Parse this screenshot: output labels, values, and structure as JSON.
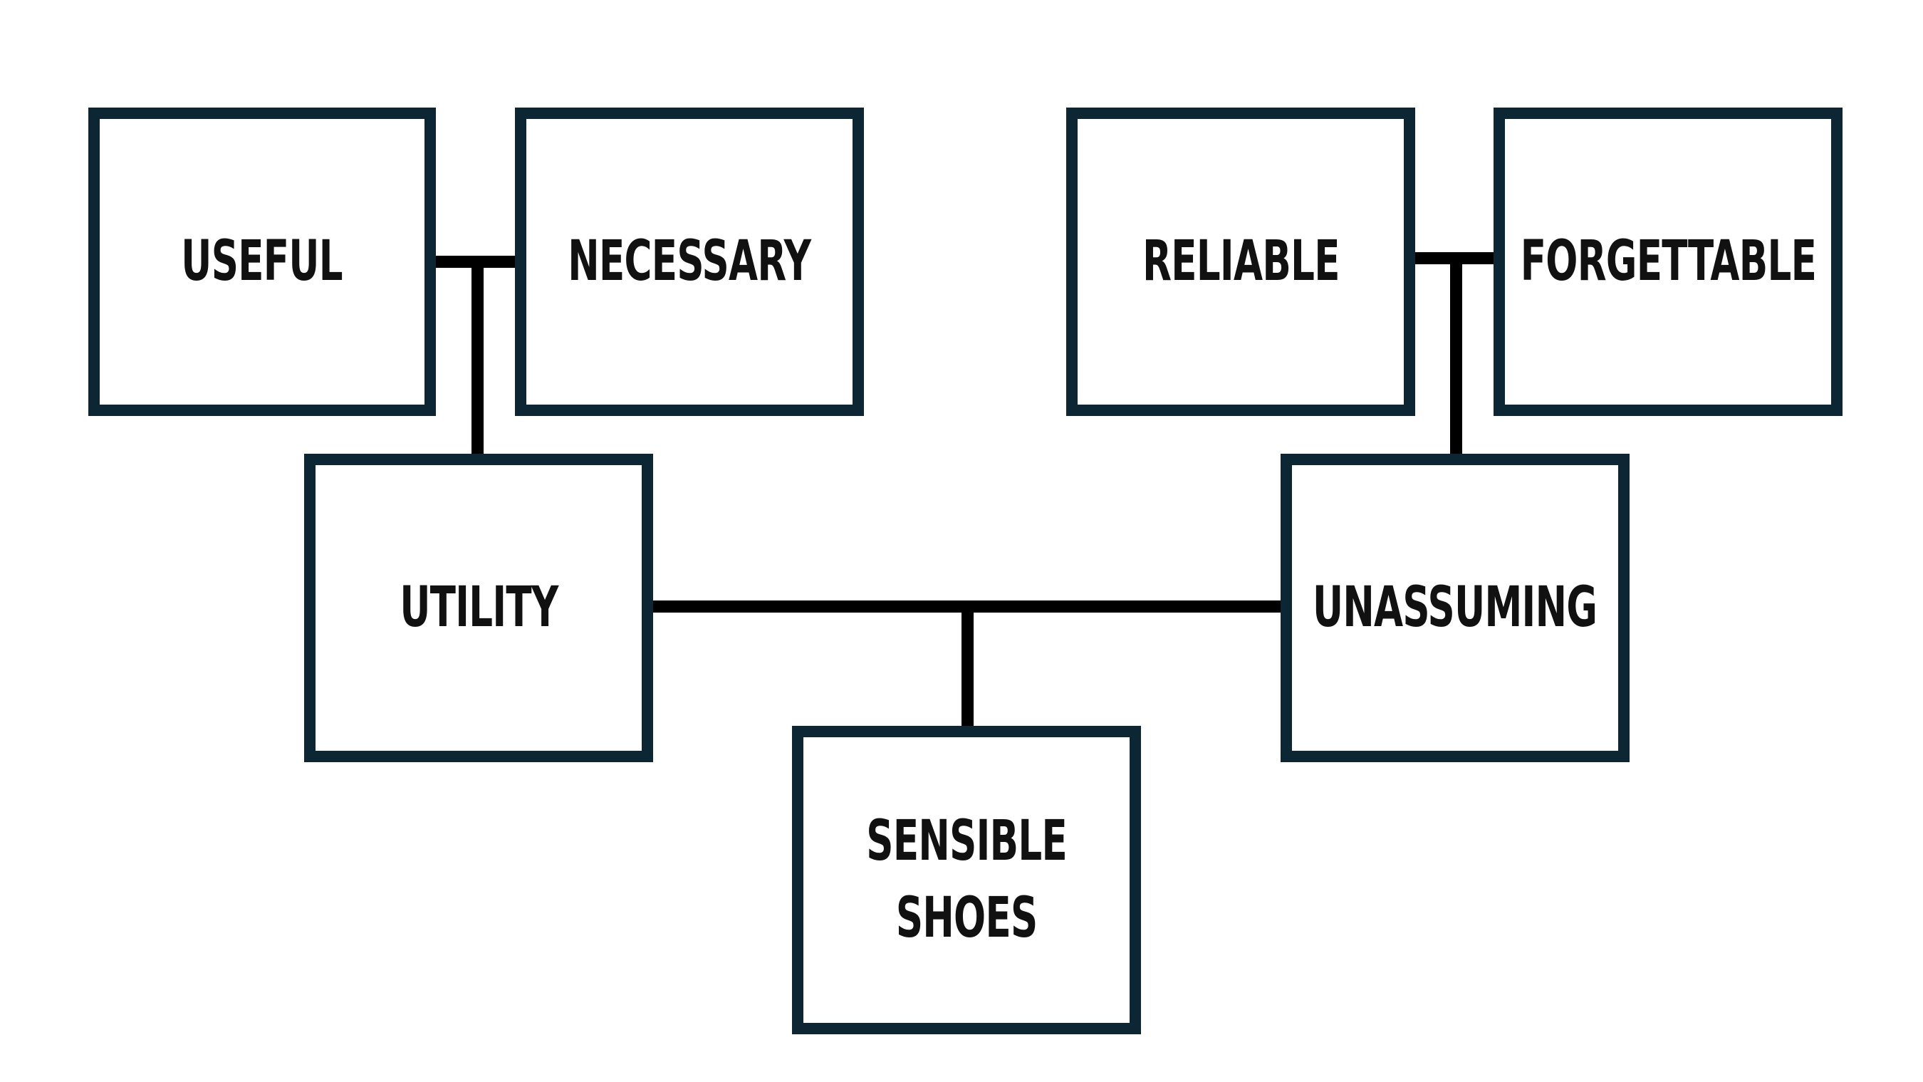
{
  "diagram": {
    "nodes": {
      "useful": "USEFUL",
      "necessary": "NECESSARY",
      "reliable": "RELIABLE",
      "forgettable": "FORGETTABLE",
      "utility": "UTILITY",
      "unassuming": "UNASSUMING",
      "sensible_shoes": "SENSIBLE\nSHOES"
    },
    "colors": {
      "box_border": "#0d2633",
      "connector": "#000000",
      "text": "#111111",
      "background": "#ffffff"
    }
  }
}
